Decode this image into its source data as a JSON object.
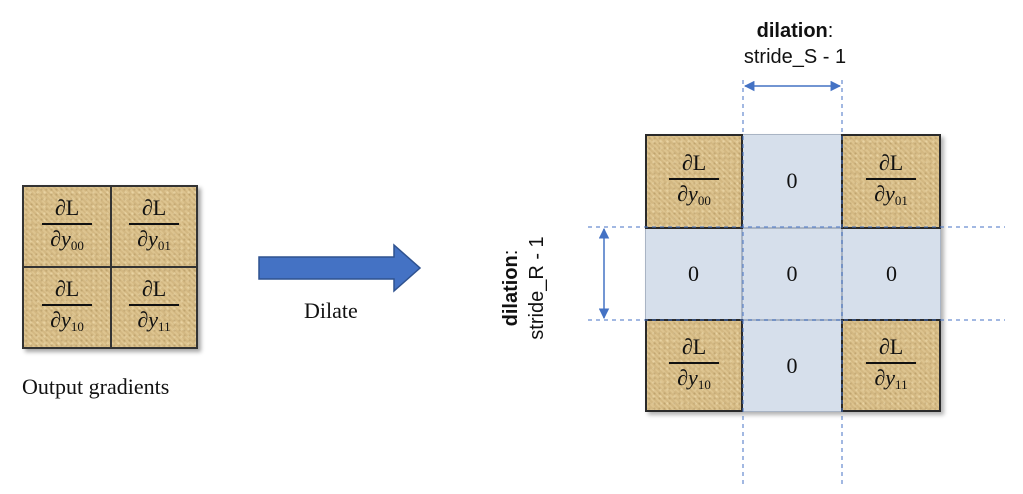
{
  "left_grid": {
    "caption": "Output gradients",
    "cells": [
      {
        "num": "∂L",
        "den_var": "y",
        "den_sub": "00"
      },
      {
        "num": "∂L",
        "den_var": "y",
        "den_sub": "01"
      },
      {
        "num": "∂L",
        "den_var": "y",
        "den_sub": "10"
      },
      {
        "num": "∂L",
        "den_var": "y",
        "den_sub": "11"
      }
    ]
  },
  "arrow": {
    "label": "Dilate"
  },
  "right_grid": {
    "corner_cells": [
      {
        "num": "∂L",
        "den_var": "y",
        "den_sub": "00"
      },
      {
        "num": "∂L",
        "den_var": "y",
        "den_sub": "01"
      },
      {
        "num": "∂L",
        "den_var": "y",
        "den_sub": "10"
      },
      {
        "num": "∂L",
        "den_var": "y",
        "den_sub": "11"
      }
    ],
    "zero_cells": [
      "0",
      "0",
      "0",
      "0",
      "0"
    ]
  },
  "dilation_top": {
    "bold": "dilation",
    "colon": ":",
    "text": "stride_S - 1"
  },
  "dilation_left": {
    "bold": "dilation",
    "colon": ":",
    "text": "stride_R - 1"
  },
  "colors": {
    "zero_fill": "#d6dfeb",
    "arrow": "#4472c4",
    "guide": "#4472c4"
  }
}
